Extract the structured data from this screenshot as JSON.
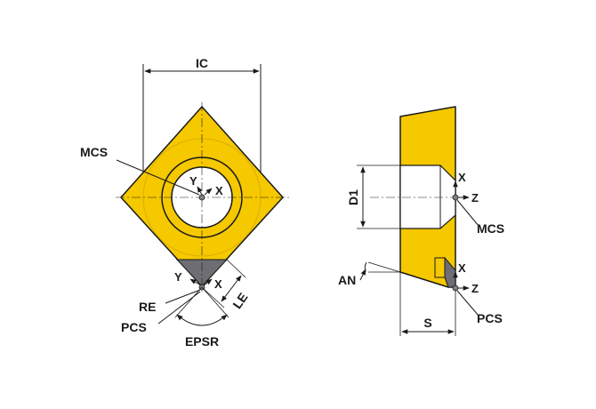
{
  "colors": {
    "insert_fill": "#F5C800",
    "insert_stroke": "#1a1a1a",
    "edge_gray": "#6d6d73",
    "hole_fill": "#ffffff",
    "dim_line": "#1a1a1a",
    "point_gray": "#808080"
  },
  "top_view": {
    "dim_ic": "IC",
    "mcs_label": "MCS",
    "mcs_axis_y": "Y",
    "mcs_axis_x": "X",
    "pcs_axis_y": "Y",
    "pcs_axis_x": "X",
    "re_label": "RE",
    "pcs_label": "PCS",
    "le_label": "LE",
    "epsr_label": "EPSR"
  },
  "side_view": {
    "d1_label": "D1",
    "mcs_axis_x": "X",
    "mcs_axis_z": "Z",
    "mcs_label": "MCS",
    "an_label": "AN",
    "pcs_axis_x": "X",
    "pcs_axis_z": "Z",
    "pcs_label": "PCS",
    "s_label": "S"
  }
}
